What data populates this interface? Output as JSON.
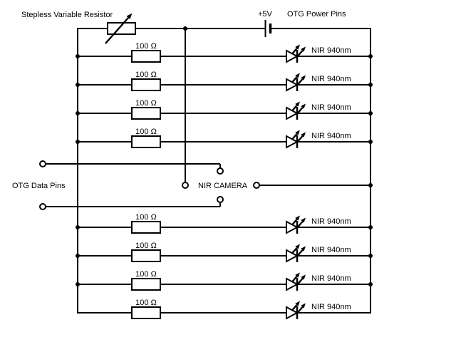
{
  "colors": {
    "wire": "#000000",
    "background": "#ffffff"
  },
  "labels": {
    "variable_resistor": "Stepless Variable Resistor",
    "supply_voltage": "+5V",
    "power_pins": "OTG Power Pins",
    "data_pins": "OTG Data Pins",
    "camera": "NIR CAMERA"
  },
  "branches": [
    {
      "resistor_label": "100 Ω",
      "led_label": "NIR 940nm"
    },
    {
      "resistor_label": "100 Ω",
      "led_label": "NIR 940nm"
    },
    {
      "resistor_label": "100 Ω",
      "led_label": "NIR 940nm"
    },
    {
      "resistor_label": "100 Ω",
      "led_label": "NIR 940nm"
    },
    {
      "resistor_label": "100 Ω",
      "led_label": "NIR 940nm"
    },
    {
      "resistor_label": "100 Ω",
      "led_label": "NIR 940nm"
    },
    {
      "resistor_label": "100 Ω",
      "led_label": "NIR 940nm"
    },
    {
      "resistor_label": "100 Ω",
      "led_label": "NIR 940nm"
    }
  ]
}
